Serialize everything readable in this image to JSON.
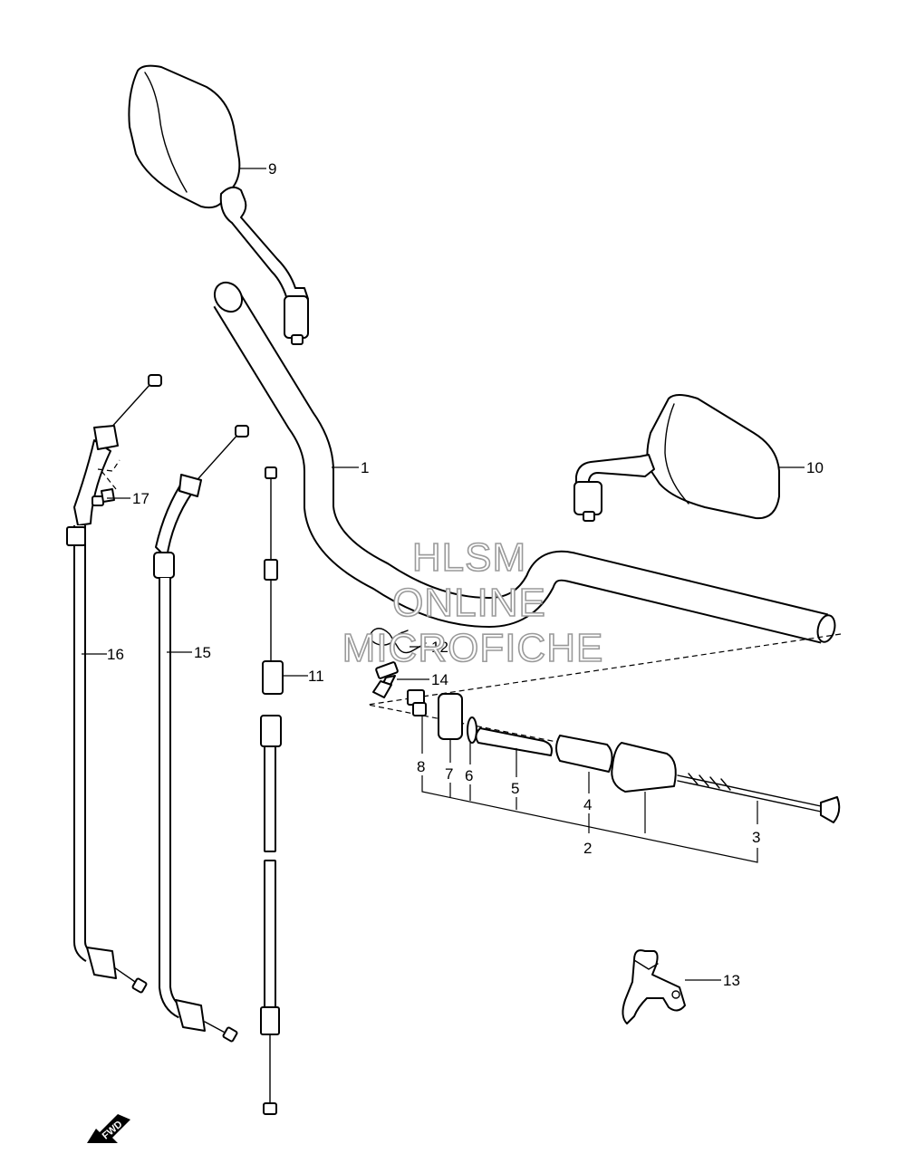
{
  "watermark": {
    "line1": "HLSM",
    "line2": "ONLINE",
    "line3": "MICROFICHE"
  },
  "direction_badge": "FWD",
  "callouts": {
    "p1": "1",
    "p2": "2",
    "p3": "3",
    "p4": "4",
    "p5": "5",
    "p6": "6",
    "p7": "7",
    "p8": "8",
    "p9": "9",
    "p10": "10",
    "p11": "11",
    "p12": "12",
    "p13": "13",
    "p14": "14",
    "p15": "15",
    "p16": "16",
    "p17": "17"
  }
}
